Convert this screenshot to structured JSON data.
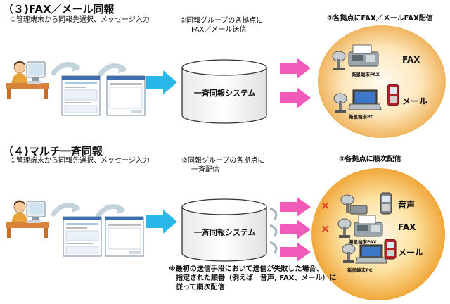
{
  "colors": {
    "arrow_cyan": "#29b6e8",
    "arrow_magenta": "#f25aba",
    "globe_center": "#fff6dc",
    "globe_edge": "#f0b258",
    "cross_red": "#e8241a",
    "curve_gray": "#c3d3dc"
  },
  "section3": {
    "title": "（３)FAX／メール同報",
    "step1": "①管理端末から同報先選択、メッセージ入力",
    "step2_line1": "②同報グループの各拠点に",
    "step2_line2": "FAX／メール送信",
    "step3": "③各拠点にFAX／メールFAX配信",
    "system": "一斉同報システム",
    "devices": {
      "fax_label": "FAX",
      "mail_label": "メール",
      "sat_fax": "衛星端末FAX",
      "sat_pc": "衛星端末PC"
    }
  },
  "section4": {
    "title": "（４)マルチ一斉同報",
    "step1": "①管理端末から同報先選択、メッセージ入力",
    "step2_line1": "②同報グループの各拠点に",
    "step2_line2": "一斉配信",
    "step3": "③各拠点に順次配信",
    "system": "一斉同報システム",
    "devices": {
      "voice_label": "音声",
      "fax_label": "FAX",
      "mail_label": "メール",
      "sat_fax": "衛星端末FAX",
      "sat_pc": "衛星端末PC"
    },
    "note_line1": "※最初の送信手段において送信が失敗した場合、",
    "note_line2": "指定された順番（例えば　音声, FAX、メール）に",
    "note_line3": "従って順次配信"
  },
  "icons": [
    "operator-at-computer-icon",
    "document-window-icon",
    "curved-arrow-icon",
    "block-arrow-icon",
    "database-cylinder-icon",
    "fax-machine-icon",
    "mobile-phone-icon",
    "laptop-icon",
    "satellite-antenna-icon",
    "red-cross-icon"
  ]
}
